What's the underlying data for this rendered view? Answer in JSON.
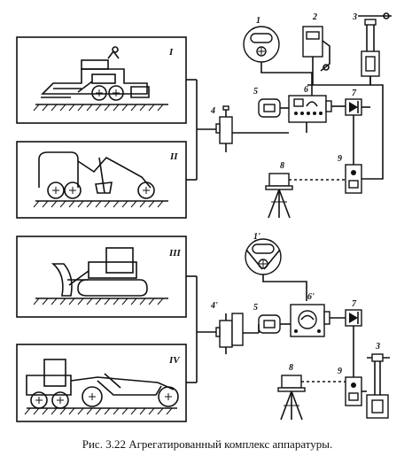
{
  "caption": "Рис. 3.22 Агрегатированный комплекс аппаратуры.",
  "machines": [
    {
      "label": "I"
    },
    {
      "label": "II"
    },
    {
      "label": "III"
    },
    {
      "label": "IV"
    }
  ],
  "labels": {
    "top": [
      "1",
      "2",
      "3",
      "4",
      "5",
      "6",
      "7",
      "8",
      "9"
    ],
    "bottom": [
      "1'",
      "3",
      "4'",
      "5",
      "6'",
      "7",
      "8",
      "9"
    ]
  }
}
